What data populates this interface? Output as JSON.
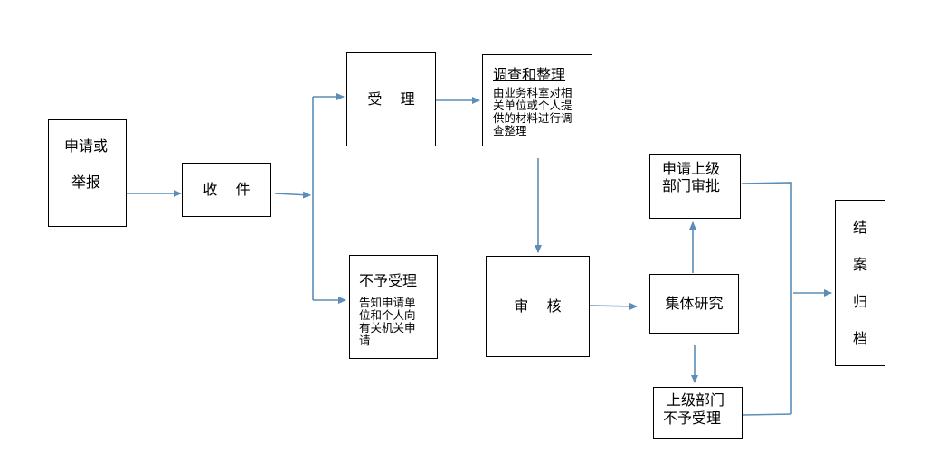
{
  "nodes": {
    "apply": {
      "line1": "申请或",
      "line2": "举报"
    },
    "receive": {
      "label": "收    件"
    },
    "accept": {
      "label": "受    理"
    },
    "investigate": {
      "title": "调查和整理",
      "lines": [
        "由业务科室对相",
        "关单位或个人提",
        "供的材料进行调",
        "查整理"
      ]
    },
    "reject": {
      "title": "不予受理",
      "lines": [
        "告知申请单",
        "位和个人向",
        "有关机关申",
        "请"
      ]
    },
    "review": {
      "label": "审    核"
    },
    "research": {
      "label": "集体研究"
    },
    "superior_approve": {
      "line1": "申请上级",
      "line2": "部门审批"
    },
    "superior_reject": {
      "line1": "上级部门",
      "line2": "不予受理"
    },
    "archive": {
      "chars": [
        "结",
        "案",
        "归",
        "档"
      ]
    }
  },
  "colors": {
    "arrow": "#5b8db8",
    "border": "#000000"
  }
}
